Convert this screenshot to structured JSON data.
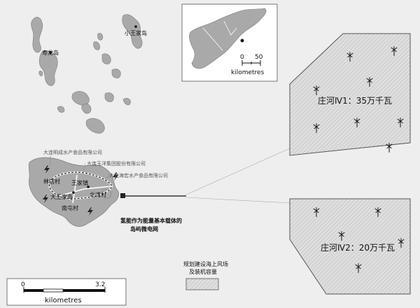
{
  "islands": {
    "shouzheng": "寿龙岛",
    "xiaowangjia": "小王家岛",
    "dawangjia": "大王家岛"
  },
  "villages": {
    "lin_dian": "林店村",
    "wangjia_town": "王家镇",
    "bei_wan": "北湾村",
    "nan_tun": "南屯村"
  },
  "companies": {
    "c1": "大连明成水产食品有限公司",
    "c2": "大连玉洋集团股份有限公司",
    "c3": "大连海宏水产食品有限公司"
  },
  "microgrid_label": {
    "line1": "氢能作为能量基本载体的",
    "line2": "岛屿微电网"
  },
  "wind_farms": [
    {
      "label": "庄河Ⅳ1：35万千瓦"
    },
    {
      "label": "庄河Ⅳ2：20万千瓦"
    }
  ],
  "legend": {
    "line1": "规划建设海上风场",
    "line2": "及装机容量"
  },
  "inset": {
    "scale_start": "0",
    "scale_end": "50",
    "unit": "kilometres"
  },
  "scale_bar": {
    "start": "0",
    "end": "3.2",
    "unit": "kilometres"
  },
  "colors": {
    "sea": "#eeeeee",
    "land": "#a9a9a9",
    "wind_area": "#dcdcdc",
    "border": "#555555"
  },
  "icons": {
    "wind_turbine": "wind-turbine-icon",
    "lightning": "lightning-icon",
    "settlement": "settlement-dot-icon"
  }
}
